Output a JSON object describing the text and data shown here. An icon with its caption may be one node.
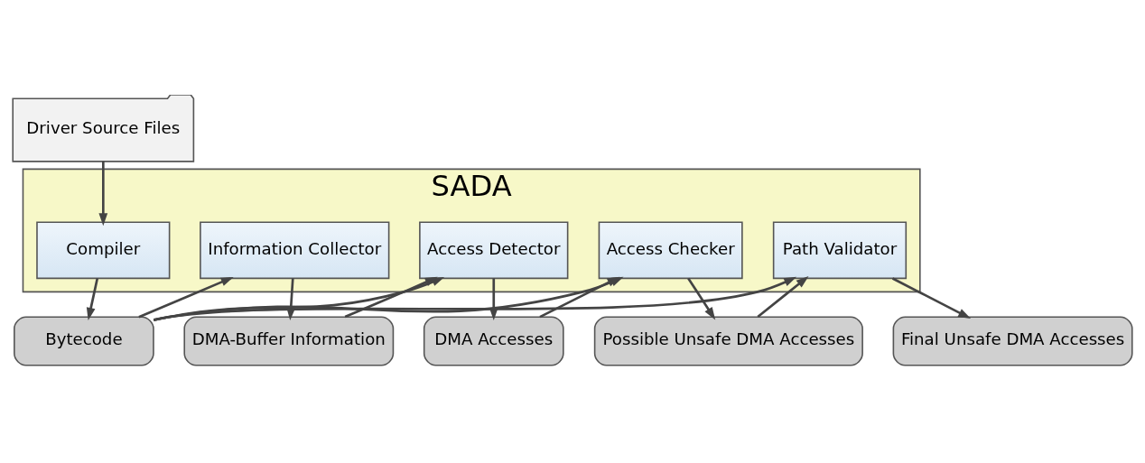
{
  "diagram": {
    "nodes": [
      {
        "text": [
          "Driver Source Files"
        ]
      },
      {
        "text": [
          "SADA"
        ]
      },
      {
        "text": [
          "Compiler"
        ],
        "in": 1
      },
      {
        "text": [
          "Information Collector"
        ],
        "in": 1
      },
      {
        "text": [
          "Access Detector"
        ],
        "in": 1
      },
      {
        "text": [
          "Access Checker"
        ],
        "in": 1
      },
      {
        "text": [
          "Path Validator"
        ],
        "in": 1
      },
      {
        "text": [
          "Bytecode"
        ]
      },
      {
        "text": [
          "DMA-Buffer Information"
        ]
      },
      {
        "text": [
          "DMA Accesses"
        ]
      },
      {
        "text": [
          "Possible Unsafe DMA Accesses"
        ]
      },
      {
        "text": [
          "Final Unsafe DMA Accesses"
        ]
      }
    ],
    "edges": [
      {
        "from": 0,
        "to": 2,
        "arrow": "to"
      },
      {
        "from": 2,
        "to": 7,
        "arrow": "to"
      },
      {
        "from": 7,
        "to": 3,
        "arrow": "to"
      },
      {
        "from": 7,
        "to": 4,
        "arrow": "to"
      },
      {
        "from": 7,
        "to": 5,
        "arrow": "to"
      },
      {
        "from": 7,
        "to": 6,
        "arrow": "to"
      },
      {
        "from": 3,
        "to": 8,
        "arrow": "to"
      },
      {
        "from": 8,
        "to": 4,
        "arrow": "to"
      },
      {
        "from": 4,
        "to": 9,
        "arrow": "to"
      },
      {
        "from": 9,
        "to": 5,
        "arrow": "to"
      },
      {
        "from": 5,
        "to": 10,
        "arrow": "to"
      },
      {
        "from": 10,
        "to": 6,
        "arrow": "to"
      },
      {
        "from": 6,
        "to": 11,
        "arrow": "to"
      }
    ]
  }
}
